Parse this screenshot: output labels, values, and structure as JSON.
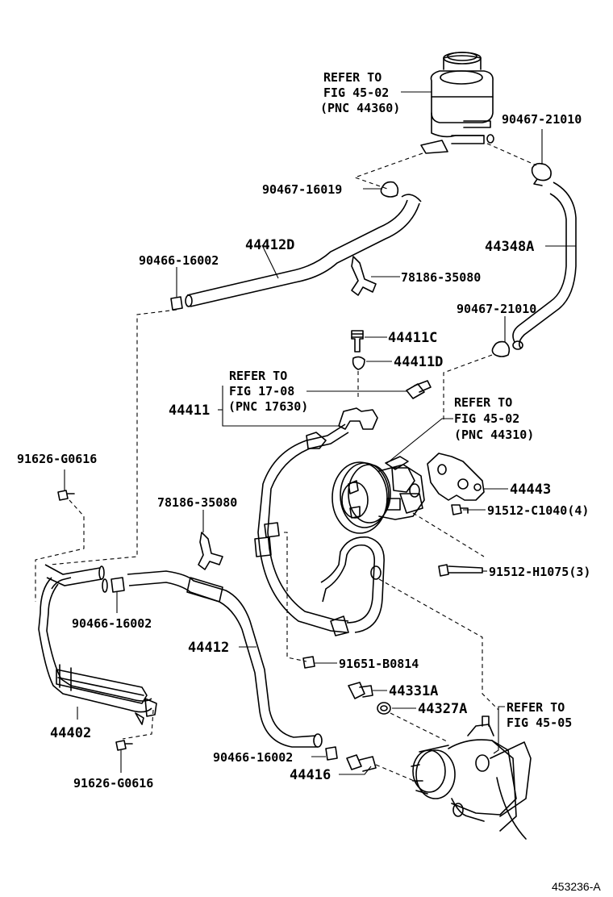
{
  "labels": {
    "refer_reservoir": [
      "REFER TO",
      "FIG 45-02",
      "(PNC 44360)"
    ],
    "clamp_top_right": "90467-21010",
    "clamp_left": "90467-16019",
    "hose_44412d": "44412D",
    "clamp_90466_top": "90466-16002",
    "hose_44348a": "44348A",
    "clip_78186_top": "78186-35080",
    "clamp_90467_mid": "90467-21010",
    "union_44411c": "44411C",
    "gasket_44411d": "44411D",
    "refer_sensor": [
      "REFER TO",
      "FIG 17-08",
      "(PNC 17630)"
    ],
    "pipe_44411": "44411",
    "refer_pump": [
      "REFER TO",
      "FIG 45-02",
      "(PNC 44310)"
    ],
    "bolt_91626_top": "91626-G0616",
    "bracket_44443": "44443",
    "clip_78186_mid": "78186-35080",
    "bolt_91512_c": "91512-C1040(4)",
    "bolt_91512_h": "91512-H1075(3)",
    "clamp_90466_mid": "90466-16002",
    "hose_44412": "44412",
    "bolt_91651": "91651-B0814",
    "union_44331a": "44331A",
    "gasket_44327a": "44327A",
    "refer_gear": [
      "REFER TO",
      "FIG 45-05"
    ],
    "cooler_44402": "44402",
    "clamp_90466_bottom": "90466-16002",
    "union_44416": "44416",
    "bolt_91626_bottom": "91626-G0616"
  },
  "footer": {
    "code": "453236-A"
  }
}
